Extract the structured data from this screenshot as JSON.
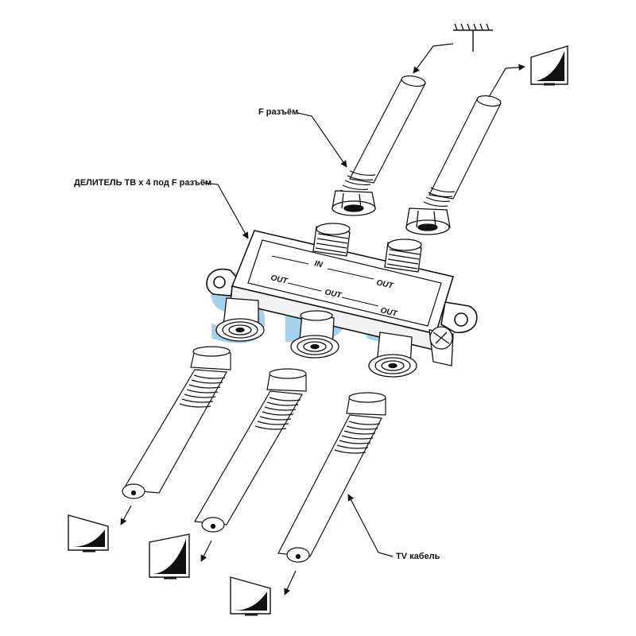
{
  "labels": {
    "f_connector": "F разъём",
    "splitter": "ДЕЛИТЕЛЬ ТВ х 4 под F разъём",
    "tv_cable": "TV кабель"
  },
  "ports": {
    "in": "IN",
    "out": "OUT"
  },
  "watermark": {
    "text": "SDS",
    "color": "#8fc6e6"
  },
  "icons": {
    "antenna": "antenna-icon",
    "tv": "tv-icon"
  }
}
